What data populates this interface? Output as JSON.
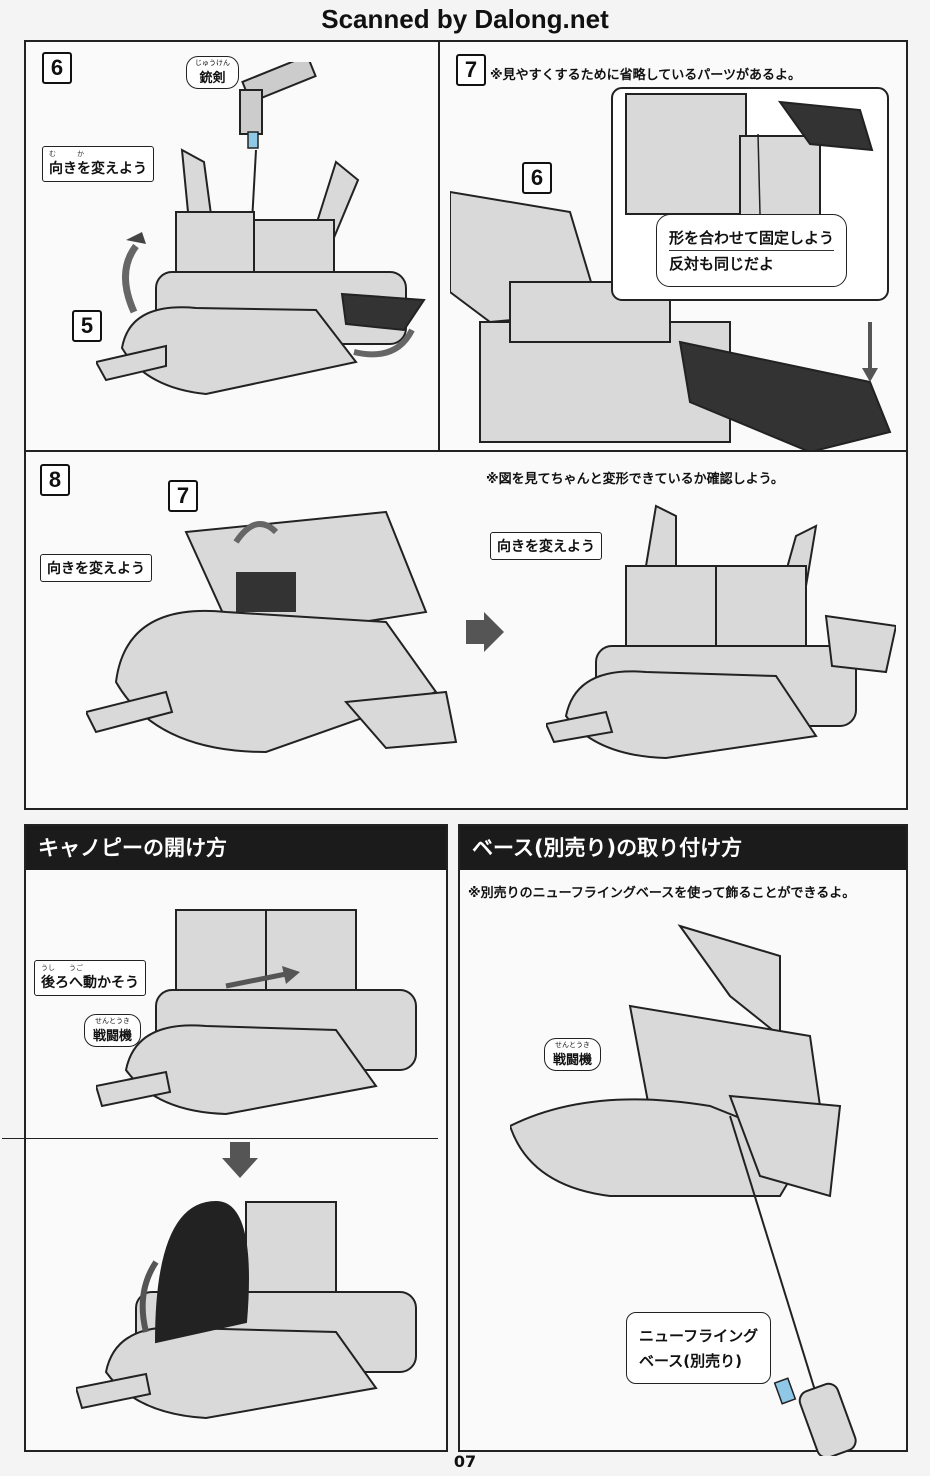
{
  "header": {
    "scan_credit": "Scanned by Dalong.net"
  },
  "step6": {
    "number": "6",
    "sub_number": "5",
    "part_label": "銃剣",
    "part_label_ruby": "じゅうけん",
    "callout": "向きを変えよう",
    "callout_ruby": "む　　　か"
  },
  "step7": {
    "number": "7",
    "note": "※見やすくするために省略しているパーツがあるよ。",
    "ref_number": "6",
    "callout_line1": "形を合わせて固定しよう",
    "callout_line2": "反対も同じだよ"
  },
  "step8": {
    "number": "8",
    "ref_number": "7",
    "callout_left": "向きを変えよう",
    "callout_right": "向きを変えよう",
    "note": "※図を見てちゃんと変形できているか確認しよう。"
  },
  "canopy_section": {
    "title": "キャノピーの開け方",
    "callout": "後ろへ動かそう",
    "callout_ruby": "うし　　うご",
    "part_label": "戦闘機",
    "part_label_ruby": "せんとうき"
  },
  "base_section": {
    "title": "ベース(別売り)の取り付け方",
    "note": "※別売りのニューフライングベースを使って飾ることができるよ。",
    "part_label": "戦闘機",
    "part_label_ruby": "せんとうき",
    "base_label_line1": "ニューフライング",
    "base_label_line2": "ベース(別売り)"
  },
  "footer": {
    "page_number": "07"
  }
}
